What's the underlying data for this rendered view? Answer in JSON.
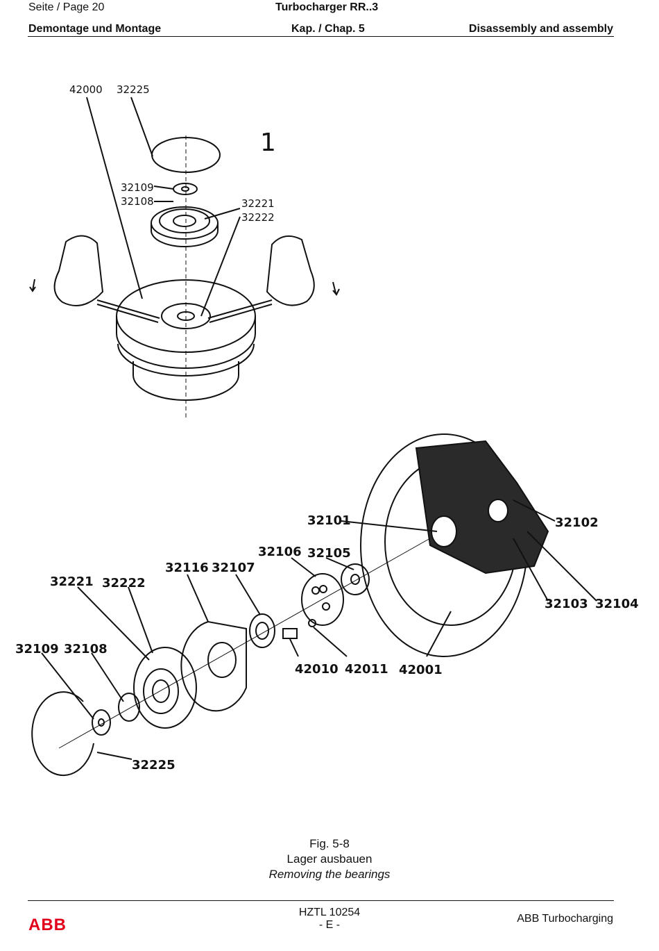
{
  "header": {
    "page_label": "Seite / Page  20",
    "product": "Turbocharger RR..3",
    "left_title": "Demontage und Montage",
    "chapter": "Kap. / Chap. 5",
    "right_title": "Disassembly and assembly"
  },
  "figure_top": {
    "step_number": "1",
    "labels": [
      "42000",
      "32225",
      "32109",
      "32108",
      "32221",
      "32222"
    ]
  },
  "figure_bottom": {
    "labels": [
      "32101",
      "32102",
      "32106",
      "32105",
      "32116",
      "32107",
      "32221",
      "32222",
      "32103",
      "32104",
      "32109",
      "32108",
      "42010",
      "42011",
      "42001",
      "32225"
    ]
  },
  "caption": {
    "fig": "Fig. 5-8",
    "de": "Lager ausbauen",
    "en": "Removing the bearings"
  },
  "footer": {
    "doc_id": "HZTL 10254",
    "edition": "- E -",
    "logo_text": "ABB",
    "company": "ABB Turbocharging"
  },
  "colors": {
    "logo": "#e2001a",
    "ink": "#111111"
  }
}
